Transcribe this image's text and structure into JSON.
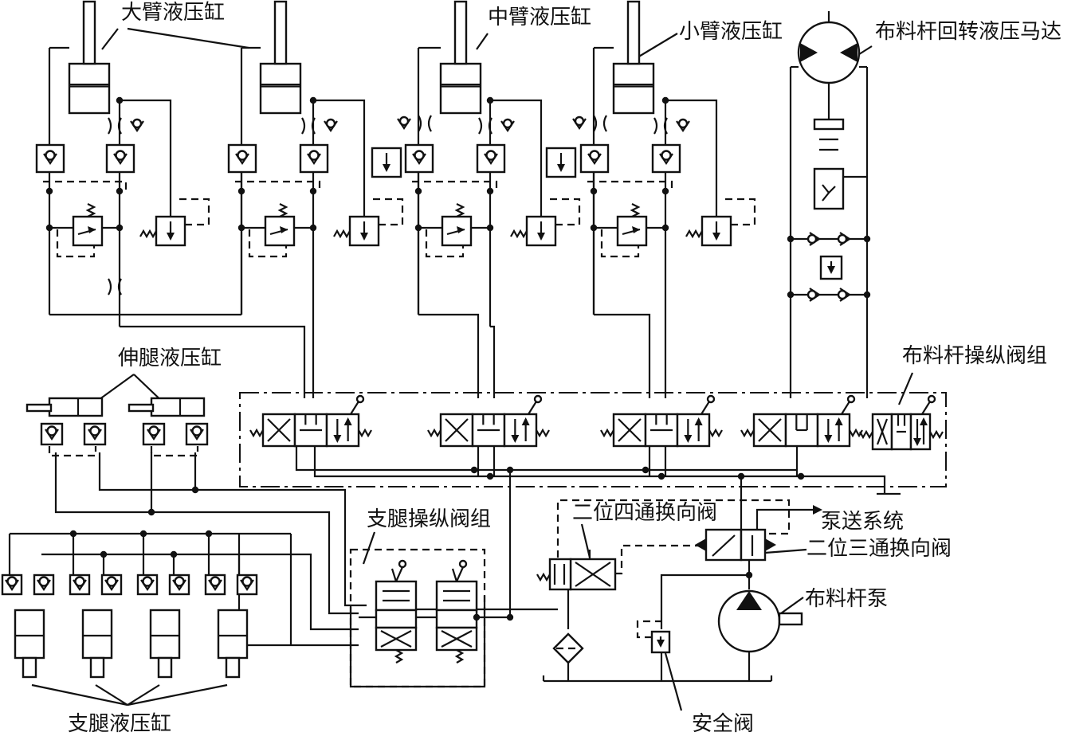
{
  "labels": {
    "boom1_cyl": "大臂液压缸",
    "boom2_cyl": "中臂液压缸",
    "boom3_cyl": "小臂液压缸",
    "rotary_motor": "布料杆回转液压马达",
    "extend_leg_cyl": "伸腿液压缸",
    "boom_valve_group": "布料杆操纵阀组",
    "outrigger_valve_group": "支腿操纵阀组",
    "two_pos_four_way": "二位四通换向阀",
    "pumping_system": "泵送系统",
    "two_pos_three_way": "二位三通换向阀",
    "boom_pump": "布料杆泵",
    "outrigger_cyl": "支腿液压缸",
    "safety_valve": "安全阀"
  },
  "colors": {
    "line": "#111111",
    "background": "#ffffff"
  }
}
